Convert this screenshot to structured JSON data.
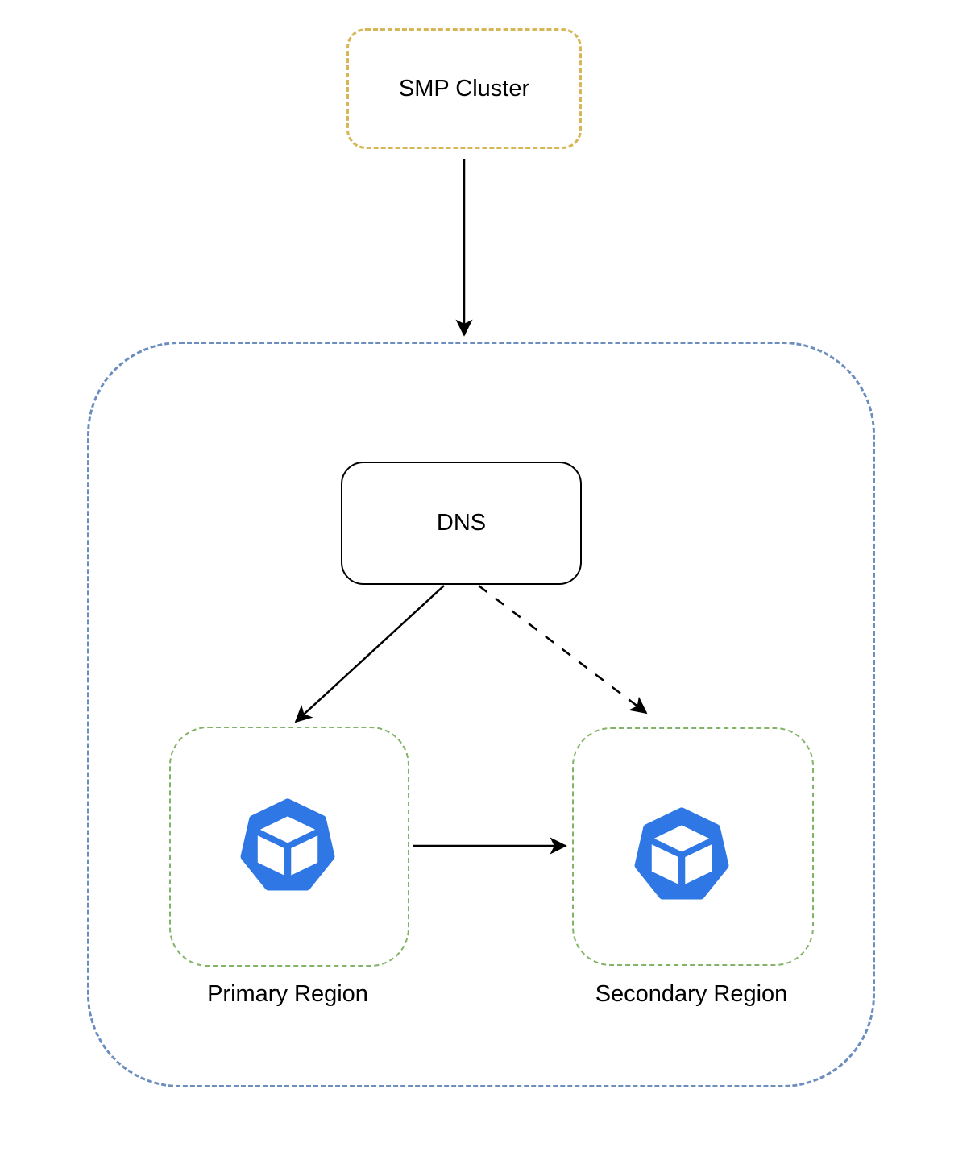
{
  "diagram": {
    "type": "architecture-flow",
    "nodes": {
      "smp_cluster": {
        "label": "SMP Cluster",
        "shape": "rounded-rect-dashed-orange"
      },
      "cluster_container": {
        "label": "",
        "shape": "rounded-rect-dashed-blue-container"
      },
      "dns": {
        "label": "DNS",
        "shape": "rounded-rect-solid-black"
      },
      "primary_region": {
        "label": "Primary Region",
        "shape": "rounded-rect-dashed-green",
        "icon": "kubernetes-node-icon"
      },
      "secondary_region": {
        "label": "Secondary Region",
        "shape": "rounded-rect-dashed-green",
        "icon": "kubernetes-node-icon"
      }
    },
    "edges": [
      {
        "from": "smp_cluster",
        "to": "cluster_container",
        "style": "solid",
        "arrow": "end"
      },
      {
        "from": "dns",
        "to": "primary_region",
        "style": "solid",
        "arrow": "end"
      },
      {
        "from": "dns",
        "to": "secondary_region",
        "style": "dashed",
        "arrow": "end"
      },
      {
        "from": "primary_region",
        "to": "secondary_region",
        "style": "solid",
        "arrow": "end"
      }
    ]
  },
  "colors": {
    "smp_border": "#D6B656",
    "container_border": "#6C8EBF",
    "region_border": "#82B366",
    "icon_blue": "#2E77E5",
    "outline": "#000000",
    "edge": "#000000"
  }
}
